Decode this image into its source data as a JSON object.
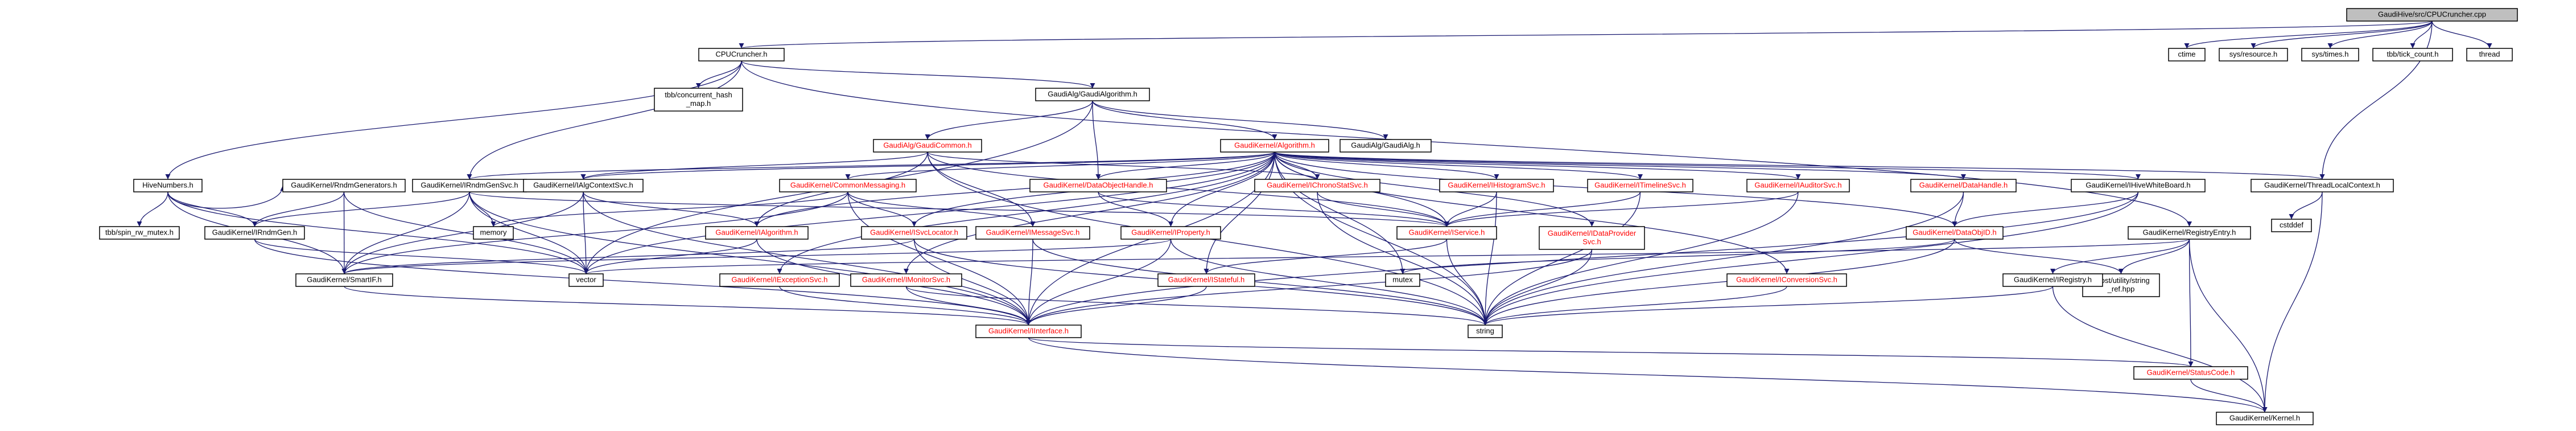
{
  "colors": {
    "edge": "#191970",
    "root_fill": "#bfbfbf",
    "documented_border": "#000000",
    "undocumented_border": "#bfbfbf",
    "missing_border": "#ff0000",
    "text": "#000000",
    "missing_text": "#ff0000"
  },
  "nodes": [
    {
      "id": "root",
      "label": "GaudiHive/src/CPUCruncher.cpp",
      "kind": "root"
    },
    {
      "id": "cpucruncher",
      "label": "CPUCruncher.h",
      "kind": "documented"
    },
    {
      "id": "ctime",
      "label": "ctime",
      "kind": "undocumented"
    },
    {
      "id": "sysresource",
      "label": "sys/resource.h",
      "kind": "undocumented"
    },
    {
      "id": "systimes",
      "label": "sys/times.h",
      "kind": "undocumented"
    },
    {
      "id": "tbbtick",
      "label": "tbb/tick_count.h",
      "kind": "undocumented"
    },
    {
      "id": "thread",
      "label": "thread",
      "kind": "undocumented"
    },
    {
      "id": "tbbconcurrent",
      "label": [
        "tbb/concurrent_hash",
        "_map.h"
      ],
      "kind": "undocumented"
    },
    {
      "id": "gaudialgorithm",
      "label": "GaudiAlg/GaudiAlgorithm.h",
      "kind": "documented"
    },
    {
      "id": "gaudicommon",
      "label": "GaudiAlg/GaudiCommon.h",
      "kind": "missing"
    },
    {
      "id": "algorithmh",
      "label": "GaudiKernel/Algorithm.h",
      "kind": "missing"
    },
    {
      "id": "gaudialg",
      "label": "GaudiAlg/GaudiAlg.h",
      "kind": "documented"
    },
    {
      "id": "hivenumbers",
      "label": "HiveNumbers.h",
      "kind": "documented"
    },
    {
      "id": "irndmgenerators",
      "label": "GaudiKernel/RndmGenerators.h",
      "kind": "documented"
    },
    {
      "id": "irndmgensvc",
      "label": "GaudiKernel/IRndmGenSvc.h",
      "kind": "documented"
    },
    {
      "id": "ialgcontextsvc",
      "label": "GaudiKernel/IAlgContextSvc.h",
      "kind": "documented"
    },
    {
      "id": "commonmessaging",
      "label": "GaudiKernel/CommonMessaging.h",
      "kind": "missing"
    },
    {
      "id": "dataobjecthandle",
      "label": "GaudiKernel/DataObjectHandle.h",
      "kind": "missing"
    },
    {
      "id": "ichronostatsvc",
      "label": "GaudiKernel/IChronoStatSvc.h",
      "kind": "missing"
    },
    {
      "id": "ihistogramsvc",
      "label": "GaudiKernel/IHistogramSvc.h",
      "kind": "missing"
    },
    {
      "id": "itimelinesvc",
      "label": "GaudiKernel/ITimelineSvc.h",
      "kind": "missing"
    },
    {
      "id": "iauditorsvc",
      "label": "GaudiKernel/IAuditorSvc.h",
      "kind": "missing"
    },
    {
      "id": "datahandle",
      "label": "GaudiKernel/DataHandle.h",
      "kind": "missing"
    },
    {
      "id": "ihivewhiteboard",
      "label": "GaudiKernel/IHiveWhiteBoard.h",
      "kind": "documented"
    },
    {
      "id": "threadlocalcontext",
      "label": "GaudiKernel/ThreadLocalContext.h",
      "kind": "documented"
    },
    {
      "id": "cstddef",
      "label": "cstddef",
      "kind": "undocumented"
    },
    {
      "id": "registryentry",
      "label": "GaudiKernel/RegistryEntry.h",
      "kind": "documented"
    },
    {
      "id": "tbbspin",
      "label": "tbb/spin_rw_mutex.h",
      "kind": "undocumented"
    },
    {
      "id": "irndmgen",
      "label": "GaudiKernel/IRndmGen.h",
      "kind": "documented"
    },
    {
      "id": "memory",
      "label": "memory",
      "kind": "undocumented"
    },
    {
      "id": "ialgorithm",
      "label": "GaudiKernel/IAlgorithm.h",
      "kind": "missing"
    },
    {
      "id": "isvclocator",
      "label": "GaudiKernel/ISvcLocator.h",
      "kind": "missing"
    },
    {
      "id": "imessagesvc",
      "label": "GaudiKernel/IMessageSvc.h",
      "kind": "missing"
    },
    {
      "id": "iproperty",
      "label": "GaudiKernel/IProperty.h",
      "kind": "missing"
    },
    {
      "id": "iservice",
      "label": "GaudiKernel/IService.h",
      "kind": "missing"
    },
    {
      "id": "idataprovidersvc",
      "label": [
        "GaudiKernel/IDataProvider",
        "Svc.h"
      ],
      "kind": "missing"
    },
    {
      "id": "dataobjid",
      "label": "GaudiKernel/DataObjID.h",
      "kind": "missing"
    },
    {
      "id": "ismartif",
      "label": "GaudiKernel/SmartIF.h",
      "kind": "documented"
    },
    {
      "id": "vector",
      "label": "vector",
      "kind": "undocumented"
    },
    {
      "id": "mutex",
      "label": "mutex",
      "kind": "undocumented"
    },
    {
      "id": "iexceptionsvc",
      "label": "GaudiKernel/IExceptionSvc.h",
      "kind": "missing"
    },
    {
      "id": "imonitorsvc",
      "label": "GaudiKernel/IMonitorSvc.h",
      "kind": "missing"
    },
    {
      "id": "istateful",
      "label": "GaudiKernel/IStateful.h",
      "kind": "missing"
    },
    {
      "id": "iconversionsvc",
      "label": "GaudiKernel/IConversionSvc.h",
      "kind": "missing"
    },
    {
      "id": "boostutility",
      "label": [
        "boost/utility/string",
        "_ref.hpp"
      ],
      "kind": "undocumented"
    },
    {
      "id": "iregistry",
      "label": "GaudiKernel/IRegistry.h",
      "kind": "documented"
    },
    {
      "id": "iinterface",
      "label": "GaudiKernel/IInterface.h",
      "kind": "missing"
    },
    {
      "id": "string",
      "label": "string",
      "kind": "undocumented"
    },
    {
      "id": "statuscode",
      "label": "GaudiKernel/StatusCode.h",
      "kind": "missing"
    },
    {
      "id": "kernel",
      "label": "GaudiKernel/Kernel.h",
      "kind": "documented"
    }
  ],
  "edges": [
    [
      "root",
      "cpucruncher"
    ],
    [
      "root",
      "ctime"
    ],
    [
      "root",
      "sysresource"
    ],
    [
      "root",
      "systimes"
    ],
    [
      "root",
      "tbbtick"
    ],
    [
      "root",
      "thread"
    ],
    [
      "root",
      "threadlocalcontext"
    ],
    [
      "cpucruncher",
      "tbbconcurrent"
    ],
    [
      "cpucruncher",
      "gaudialgorithm"
    ],
    [
      "cpucruncher",
      "hivenumbers"
    ],
    [
      "cpucruncher",
      "irndmgensvc"
    ],
    [
      "cpucruncher",
      "registryentry"
    ],
    [
      "gaudialgorithm",
      "gaudicommon"
    ],
    [
      "gaudialgorithm",
      "algorithmh"
    ],
    [
      "gaudialgorithm",
      "gaudialg"
    ],
    [
      "gaudialgorithm",
      "dataobjecthandle"
    ],
    [
      "gaudialgorithm",
      "vector"
    ],
    [
      "gaudicommon",
      "ialgcontextsvc"
    ],
    [
      "gaudicommon",
      "ichronostatsvc"
    ],
    [
      "gaudicommon",
      "ialgorithm"
    ],
    [
      "gaudicommon",
      "imessagesvc"
    ],
    [
      "gaudicommon",
      "iservice"
    ],
    [
      "gaudicommon",
      "string"
    ],
    [
      "algorithmh",
      "commonmessaging"
    ],
    [
      "algorithmh",
      "dataobjecthandle"
    ],
    [
      "algorithmh",
      "ichronostatsvc"
    ],
    [
      "algorithmh",
      "ihistogramsvc"
    ],
    [
      "algorithmh",
      "itimelinesvc"
    ],
    [
      "algorithmh",
      "iauditorsvc"
    ],
    [
      "algorithmh",
      "datahandle"
    ],
    [
      "algorithmh",
      "ihivewhiteboard"
    ],
    [
      "algorithmh",
      "threadlocalcontext"
    ],
    [
      "algorithmh",
      "ialgorithm"
    ],
    [
      "algorithmh",
      "isvclocator"
    ],
    [
      "algorithmh",
      "iproperty"
    ],
    [
      "algorithmh",
      "iservice"
    ],
    [
      "algorithmh",
      "idataprovidersvc"
    ],
    [
      "algorithmh",
      "dataobjid"
    ],
    [
      "algorithmh",
      "mutex"
    ],
    [
      "algorithmh",
      "iexceptionsvc"
    ],
    [
      "algorithmh",
      "imonitorsvc"
    ],
    [
      "algorithmh",
      "istateful"
    ],
    [
      "algorithmh",
      "iconversionsvc"
    ],
    [
      "algorithmh",
      "string"
    ],
    [
      "algorithmh",
      "vector"
    ],
    [
      "algorithmh",
      "irndmgensvc"
    ],
    [
      "algorithmh",
      "ialgcontextsvc"
    ],
    [
      "algorithmh",
      "iinterface"
    ],
    [
      "hivenumbers",
      "tbbspin"
    ],
    [
      "hivenumbers",
      "irndmgen"
    ],
    [
      "hivenumbers",
      "irndmgenerators"
    ],
    [
      "hivenumbers",
      "ismartif"
    ],
    [
      "hivenumbers",
      "vector"
    ],
    [
      "irndmgenerators",
      "irndmgen"
    ],
    [
      "irndmgenerators",
      "ismartif"
    ],
    [
      "irndmgenerators",
      "vector"
    ],
    [
      "irndmgensvc",
      "irndmgen"
    ],
    [
      "irndmgensvc",
      "memory"
    ],
    [
      "irndmgensvc",
      "ismartif"
    ],
    [
      "irndmgensvc",
      "vector"
    ],
    [
      "irndmgensvc",
      "iservice"
    ],
    [
      "irndmgensvc",
      "iinterface"
    ],
    [
      "ialgcontextsvc",
      "ismartif"
    ],
    [
      "ialgcontextsvc",
      "vector"
    ],
    [
      "ialgcontextsvc",
      "iinterface"
    ],
    [
      "ialgcontextsvc",
      "ialgorithm"
    ],
    [
      "commonmessaging",
      "memory"
    ],
    [
      "commonmessaging",
      "imessagesvc"
    ],
    [
      "commonmessaging",
      "isvclocator"
    ],
    [
      "commonmessaging",
      "ismartif"
    ],
    [
      "commonmessaging",
      "iinterface"
    ],
    [
      "dataobjecthandle",
      "iproperty"
    ],
    [
      "dataobjecthandle",
      "iservice"
    ],
    [
      "ichronostatsvc",
      "iservice"
    ],
    [
      "ichronostatsvc",
      "string"
    ],
    [
      "ihistogramsvc",
      "iservice"
    ],
    [
      "ihistogramsvc",
      "string"
    ],
    [
      "itimelinesvc",
      "iservice"
    ],
    [
      "itimelinesvc",
      "string"
    ],
    [
      "iauditorsvc",
      "iservice"
    ],
    [
      "iauditorsvc",
      "string"
    ],
    [
      "datahandle",
      "dataobjid"
    ],
    [
      "datahandle",
      "string"
    ],
    [
      "ihivewhiteboard",
      "dataobjid"
    ],
    [
      "ihivewhiteboard",
      "iinterface"
    ],
    [
      "ihivewhiteboard",
      "string"
    ],
    [
      "threadlocalcontext",
      "cstddef"
    ],
    [
      "threadlocalcontext",
      "kernel"
    ],
    [
      "registryentry",
      "iregistry"
    ],
    [
      "registryentry",
      "boostutility"
    ],
    [
      "registryentry",
      "statuscode"
    ],
    [
      "registryentry",
      "kernel"
    ],
    [
      "registryentry",
      "vector"
    ],
    [
      "irndmgen",
      "iinterface"
    ],
    [
      "irndmgen",
      "vector"
    ],
    [
      "ialgorithm",
      "iinterface"
    ],
    [
      "ialgorithm",
      "vector"
    ],
    [
      "isvclocator",
      "ismartif"
    ],
    [
      "isvclocator",
      "iinterface"
    ],
    [
      "isvclocator",
      "string"
    ],
    [
      "imessagesvc",
      "iinterface"
    ],
    [
      "imessagesvc",
      "string"
    ],
    [
      "iproperty",
      "iinterface"
    ],
    [
      "iproperty",
      "ismartif"
    ],
    [
      "iproperty",
      "string"
    ],
    [
      "iservice",
      "istateful"
    ],
    [
      "iservice",
      "string"
    ],
    [
      "idataprovidersvc",
      "iinterface"
    ],
    [
      "idataprovidersvc",
      "string"
    ],
    [
      "dataobjid",
      "boostutility"
    ],
    [
      "dataobjid",
      "mutex"
    ],
    [
      "dataobjid",
      "string"
    ],
    [
      "ismartif",
      "iinterface"
    ],
    [
      "iexceptionsvc",
      "iinterface"
    ],
    [
      "imonitorsvc",
      "iinterface"
    ],
    [
      "imonitorsvc",
      "string"
    ],
    [
      "istateful",
      "iinterface"
    ],
    [
      "iconversionsvc",
      "string"
    ],
    [
      "iregistry",
      "kernel"
    ],
    [
      "iregistry",
      "string"
    ],
    [
      "iinterface",
      "statuscode"
    ],
    [
      "iinterface",
      "kernel"
    ],
    [
      "statuscode",
      "kernel"
    ]
  ]
}
